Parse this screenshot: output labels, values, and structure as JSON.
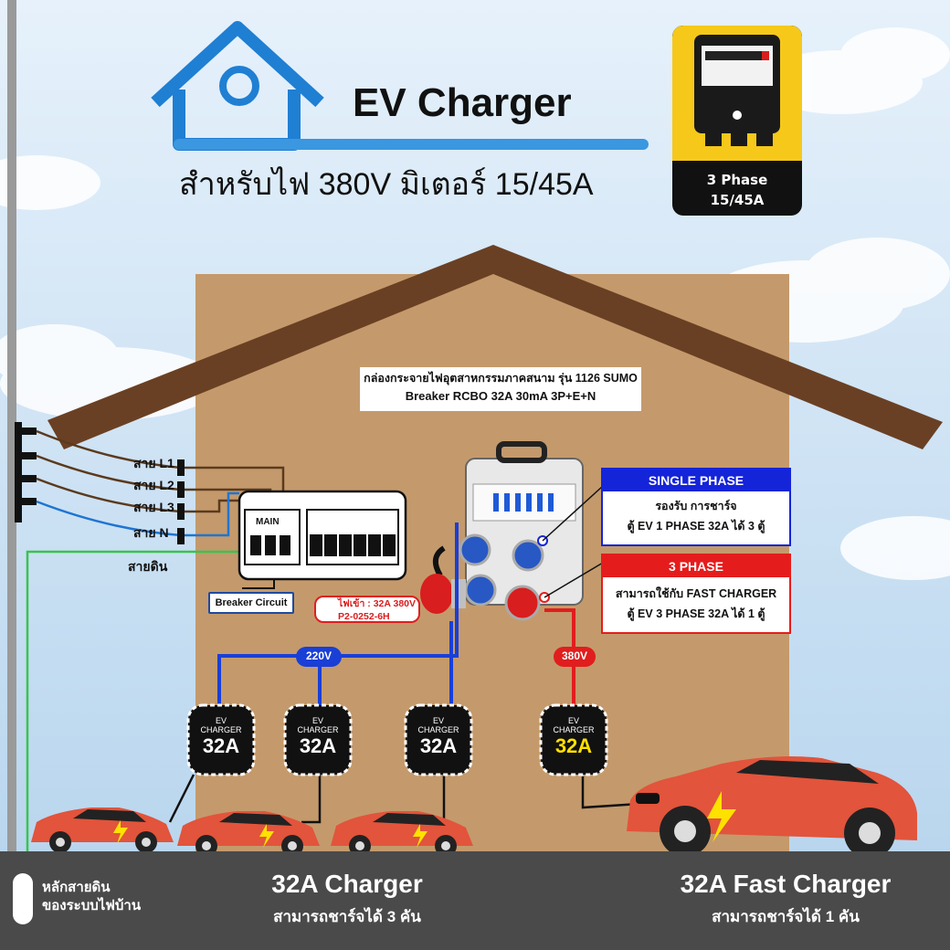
{
  "header": {
    "title": "EV Charger",
    "subtitle": "สำหรับไฟ 380V มิเตอร์ 15/45A"
  },
  "meter_card": {
    "line1": "3 Phase",
    "line2": "15/45A"
  },
  "distribution_box": {
    "line1": "กล่องกระจายไฟอุตสาหกรรมภาคสนาม รุ่น 1126 SUMO",
    "line2": "Breaker RCBO 32A  30mA 3P+E+N"
  },
  "wires": {
    "l1": "สาย L1",
    "l2": "สาย L2",
    "l3": "สาย L3",
    "n": "สาย N",
    "ground": "สายดิน"
  },
  "breaker": {
    "main": "MAIN",
    "caption": "Breaker Circuit"
  },
  "plug_tag": {
    "line1": "ไฟเข้า : 32A 380V",
    "line2": "P2-0252-6H"
  },
  "single_phase": {
    "header": "SINGLE PHASE",
    "line1": "รองรับ การชาร์จ",
    "line2": "ตู้ EV 1 PHASE 32A ได้ 3 ตู้"
  },
  "three_phase": {
    "header": "3 PHASE",
    "line1": "สามารถใช้กับ FAST CHARGER",
    "line2": "ตู้ EV 3 PHASE 32A ได้ 1 ตู้"
  },
  "voltage_tags": {
    "v220": "220V",
    "v380": "380V"
  },
  "chargers": [
    {
      "top": "EV",
      "mid": "CHARGER",
      "amp": "32A"
    },
    {
      "top": "EV",
      "mid": "CHARGER",
      "amp": "32A"
    },
    {
      "top": "EV",
      "mid": "CHARGER",
      "amp": "32A"
    },
    {
      "top": "EV",
      "mid": "CHARGER",
      "amp": "32A"
    }
  ],
  "bottom": {
    "ground_rod_line1": "หลักสายดิน",
    "ground_rod_line2": "ของระบบไฟบ้าน",
    "left_title": "32A  Charger",
    "left_sub": "สามารถชาร์จได้ 3 คัน",
    "right_title": "32A Fast Charger",
    "right_sub": "สามารถชาร์จได้ 1 คัน"
  },
  "colors": {
    "sky": "#cfe3f5",
    "roof": "#6a4024",
    "wall": "#c49a6c",
    "ground_bar": "#4a4a4a",
    "house_icon": "#1f7fd3",
    "blue_wire": "#1a3fd6",
    "red_wire": "#e01e1e",
    "single_phase_blue": "#1424d9",
    "three_phase_red": "#e51c1c",
    "car_body": "#e2543b",
    "charger_yellow": "#ffe100"
  }
}
